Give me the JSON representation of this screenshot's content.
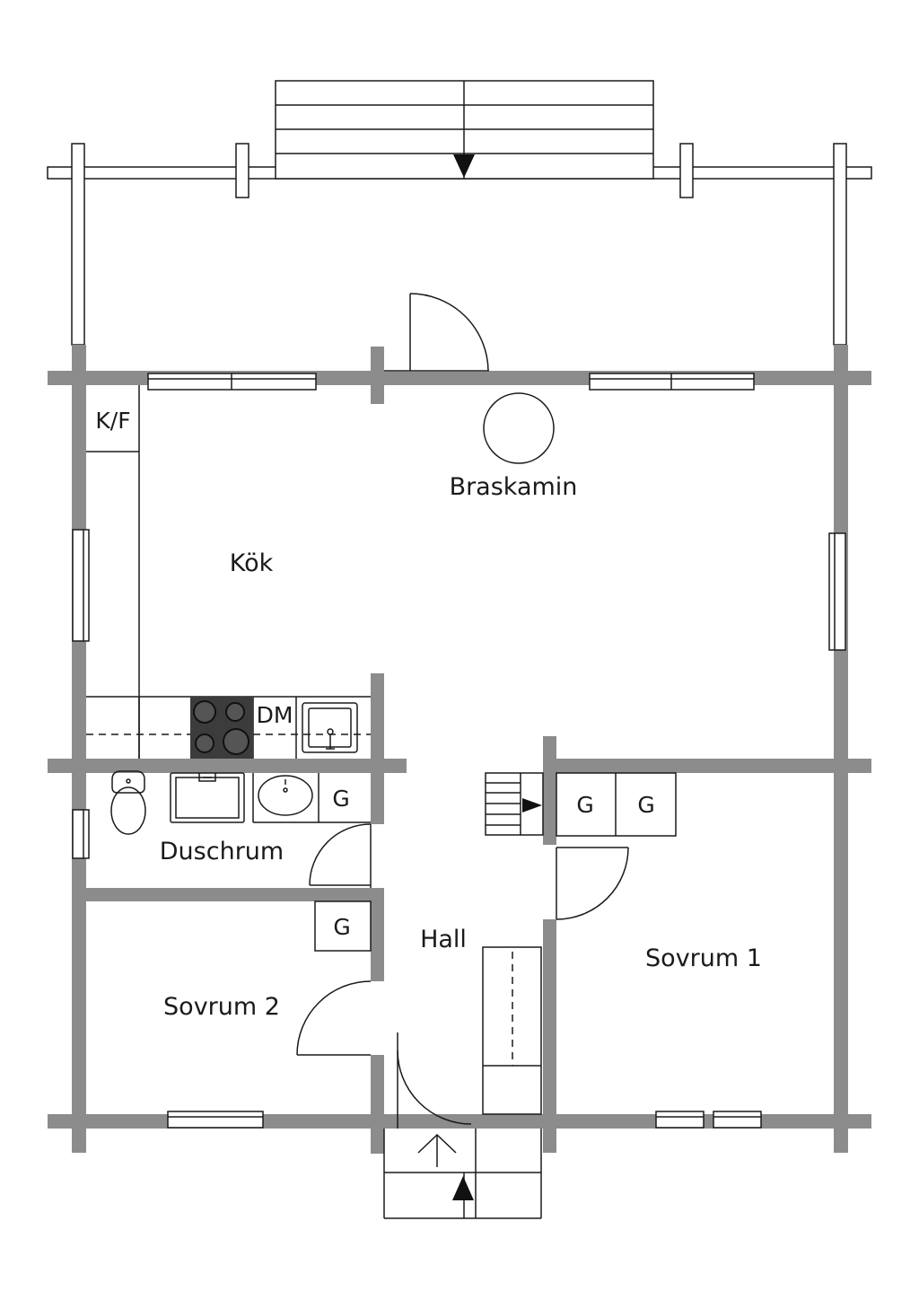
{
  "rooms": {
    "braskamin": "Braskamin",
    "kok": "Kök",
    "duschrum": "Duschrum",
    "hall": "Hall",
    "sovrum1": "Sovrum 1",
    "sovrum2": "Sovrum 2"
  },
  "fixtures": {
    "kf": "K/F",
    "dm": "DM",
    "g": "G"
  },
  "colors": {
    "wall": "#8c8c8c",
    "line": "#1a1a1a",
    "hob": "#3c3c3c"
  }
}
